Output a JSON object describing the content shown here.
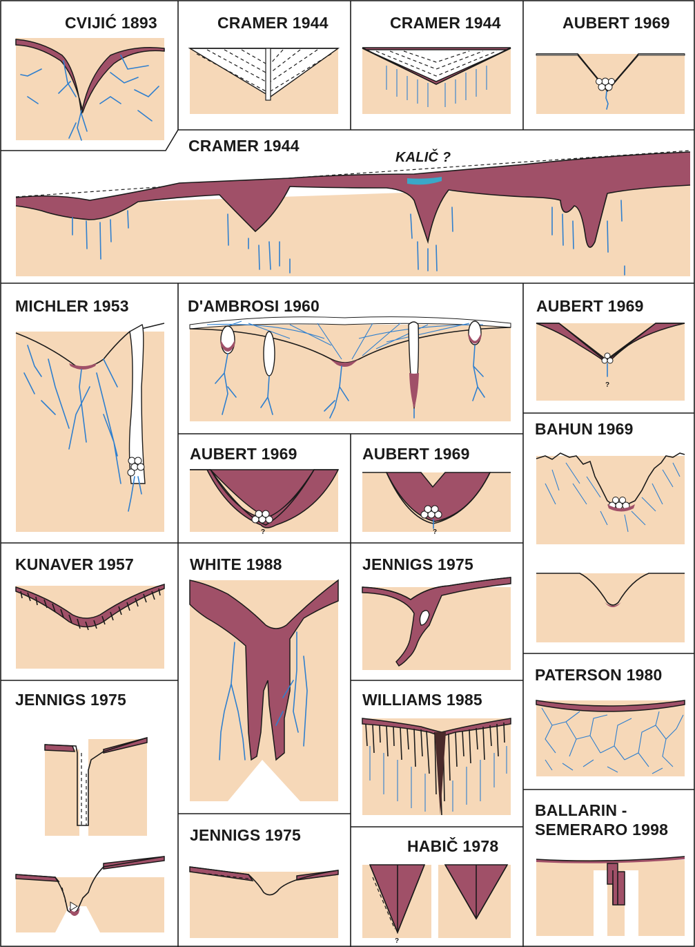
{
  "colors": {
    "rock": "#f6d8b8",
    "infill": "#a05068",
    "fracture": "#2f7fce",
    "water": "#3aa8c8",
    "outline": "#1a1a1a",
    "background": "#ffffff"
  },
  "panels": {
    "cvijic_1893": {
      "title": "CVIJIĆ 1893"
    },
    "cramer_1944_a": {
      "title": "CRAMER 1944"
    },
    "cramer_1944_b": {
      "title": "CRAMER 1944"
    },
    "aubert_1969_a": {
      "title": "AUBERT  1969"
    },
    "cramer_1944_profile": {
      "title": "CRAMER 1944",
      "annotation": "KALIČ ?"
    },
    "michler_1953": {
      "title": "MICHLER  1953"
    },
    "dambrosi_1960": {
      "title": "D'AMBROSI  1960"
    },
    "aubert_1969_b": {
      "title": "AUBERT  1969",
      "mark": "?"
    },
    "aubert_1969_c": {
      "title": "AUBERT  1969",
      "mark": "?"
    },
    "aubert_1969_d": {
      "title": "AUBERT  1969",
      "mark": "?"
    },
    "bahun_1969": {
      "title": "BAHUN 1969"
    },
    "kunaver_1957": {
      "title": "KUNAVER  1957"
    },
    "white_1988": {
      "title": "WHITE  1988"
    },
    "jennigs_1975_a": {
      "title": "JENNIGS  1975"
    },
    "jennigs_1975_b": {
      "title": "JENNIGS  1975"
    },
    "williams_1985": {
      "title": "WILLIAMS  1985"
    },
    "paterson_1980": {
      "title": "PATERSON   1980"
    },
    "jennigs_1975_c": {
      "title": "JENNIGS  1975"
    },
    "habic_1978": {
      "title": "HABIČ  1978",
      "mark": "?"
    },
    "ballarin_semeraro_1998": {
      "title_line1": "BALLARIN -",
      "title_line2": "SEMERARO  1998"
    }
  }
}
